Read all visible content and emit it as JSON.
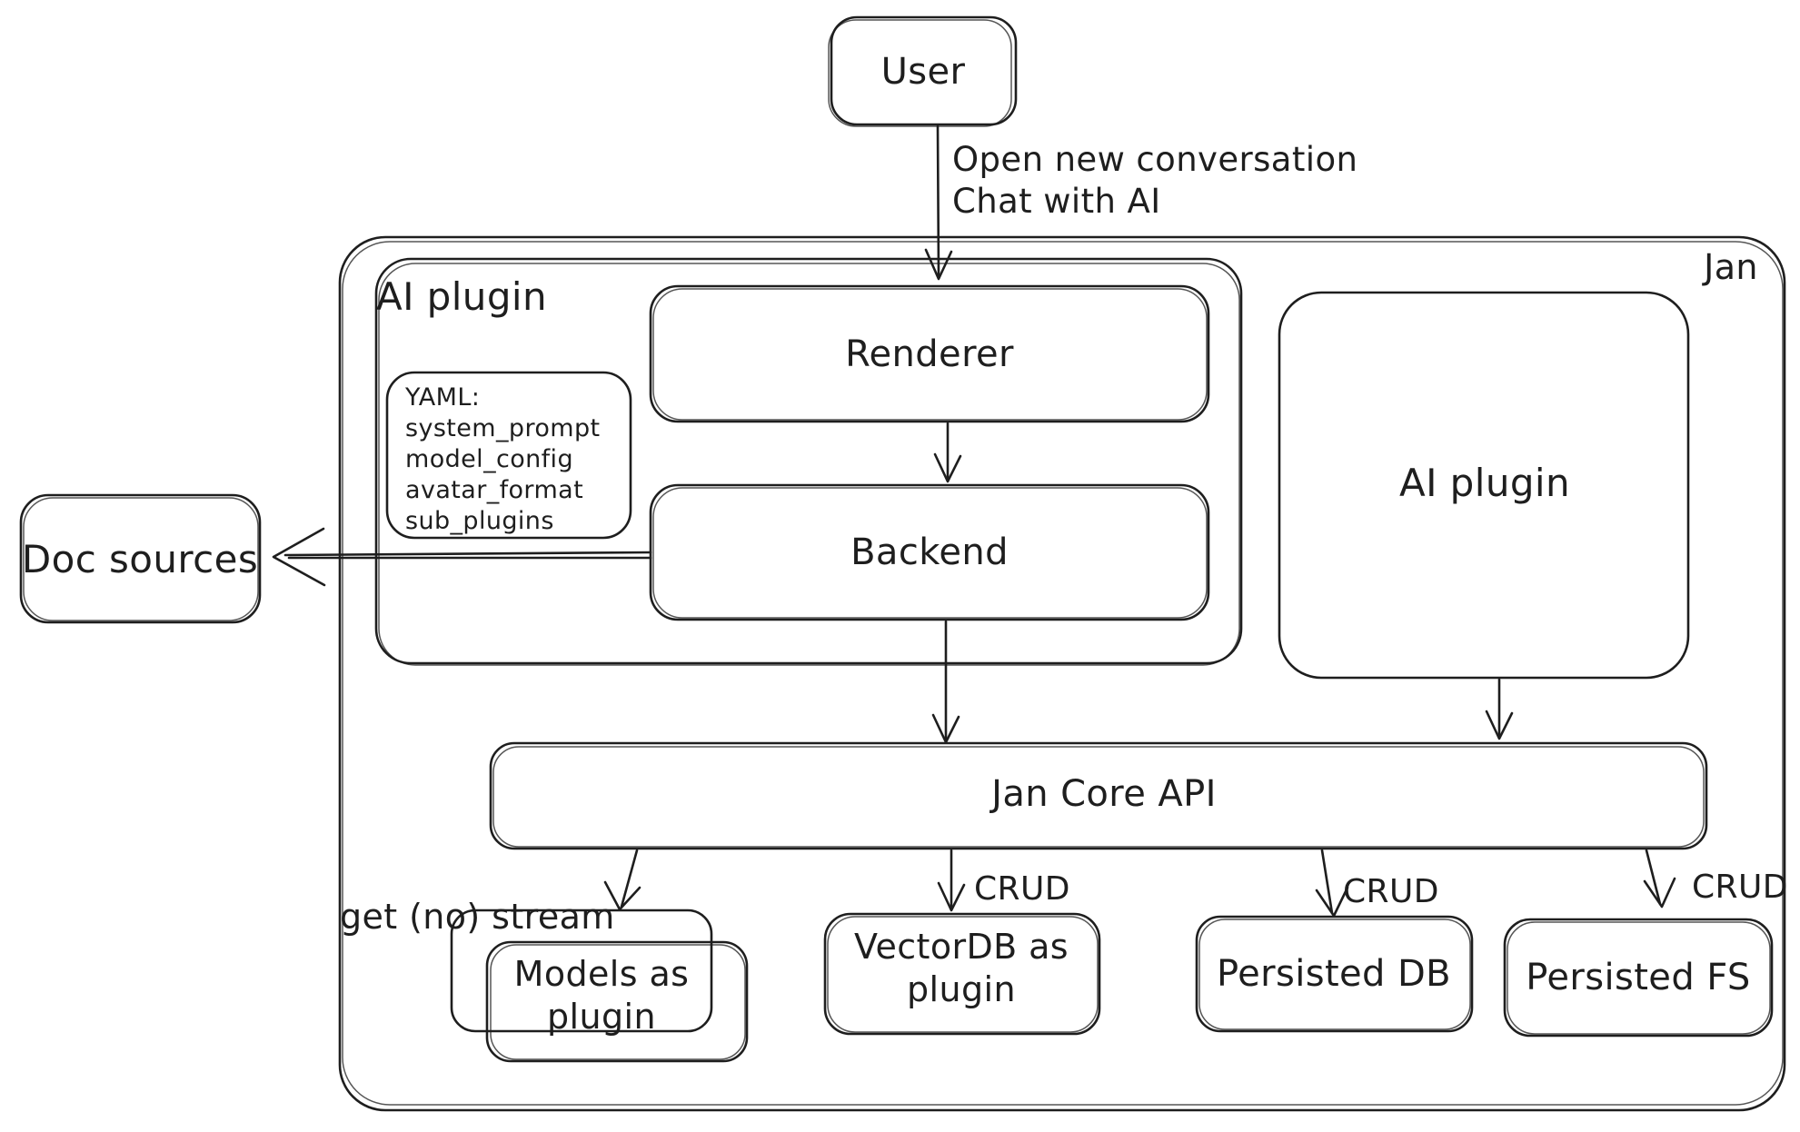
{
  "nodes": {
    "user": {
      "label": "User"
    },
    "jan": {
      "label": "Jan"
    },
    "ai_plugin_left": {
      "label": "AI plugin"
    },
    "yaml_note": {
      "heading": "YAML:",
      "items": [
        "system_prompt",
        "model_config",
        "avatar_format",
        "sub_plugins"
      ]
    },
    "renderer": {
      "label": "Renderer"
    },
    "backend": {
      "label": "Backend"
    },
    "ai_plugin_right": {
      "label": "AI plugin"
    },
    "jan_core_api": {
      "label": "Jan Core API"
    },
    "doc_sources": {
      "label": "Doc sources"
    },
    "models_plugin": {
      "label_line1": "Models as",
      "label_line2": "plugin"
    },
    "vectordb_plugin": {
      "label_line1": "VectorDB as",
      "label_line2": "plugin"
    },
    "persisted_db": {
      "label": "Persisted DB"
    },
    "persisted_fs": {
      "label": "Persisted FS"
    }
  },
  "edges": {
    "user_to_renderer": {
      "label_line1": "Open new conversation",
      "label_line2": "Chat with AI"
    },
    "backend_to_doc_sources": {
      "label": ""
    },
    "jan_core_to_models": {
      "label": "get (no) stream"
    },
    "jan_core_to_vectordb": {
      "label": "CRUD"
    },
    "jan_core_to_persisted_db": {
      "label": "CRUD"
    },
    "jan_core_to_persisted_fs": {
      "label": "CRUD"
    }
  },
  "colors": {
    "stroke": "#1e1e1e",
    "background": "#ffffff"
  }
}
